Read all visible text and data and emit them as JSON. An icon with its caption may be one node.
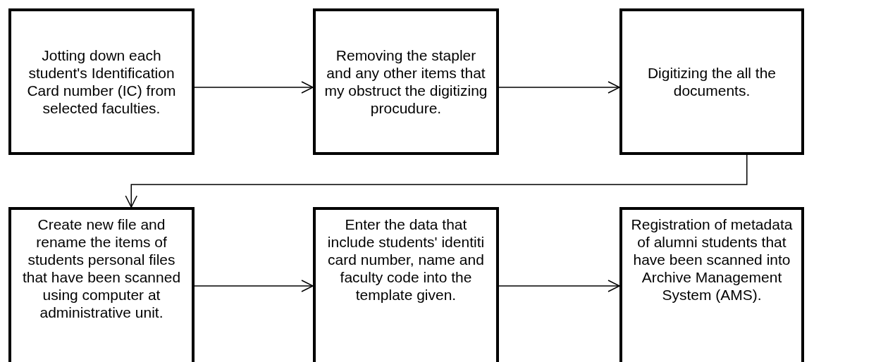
{
  "diagram": {
    "nodes": [
      {
        "text": [
          "Jotting down each student's Identification Card number (IC) from selected faculties."
        ]
      },
      {
        "text": [
          "Removing the stapler and any other items that my obstruct the digitizing procudure."
        ]
      },
      {
        "text": [
          "Digitizing the all the documents."
        ]
      },
      {
        "text": [
          "Create new file and rename the items of students personal files that have been scanned using computer at administrative unit."
        ]
      },
      {
        "text": [
          "Enter the data that include students' identiti card number, name and faculty code into the template given."
        ]
      },
      {
        "text": [
          "Registration of metadata of alumni students that have been scanned into Archive Management System (AMS)."
        ]
      }
    ],
    "edges": [
      {
        "from": 0,
        "to": 1,
        "arrow": "to"
      },
      {
        "from": 1,
        "to": 2,
        "arrow": "to"
      },
      {
        "from": 2,
        "to": 3,
        "arrow": "to"
      },
      {
        "from": 3,
        "to": 4,
        "arrow": "to"
      },
      {
        "from": 4,
        "to": 5,
        "arrow": "to"
      }
    ]
  }
}
